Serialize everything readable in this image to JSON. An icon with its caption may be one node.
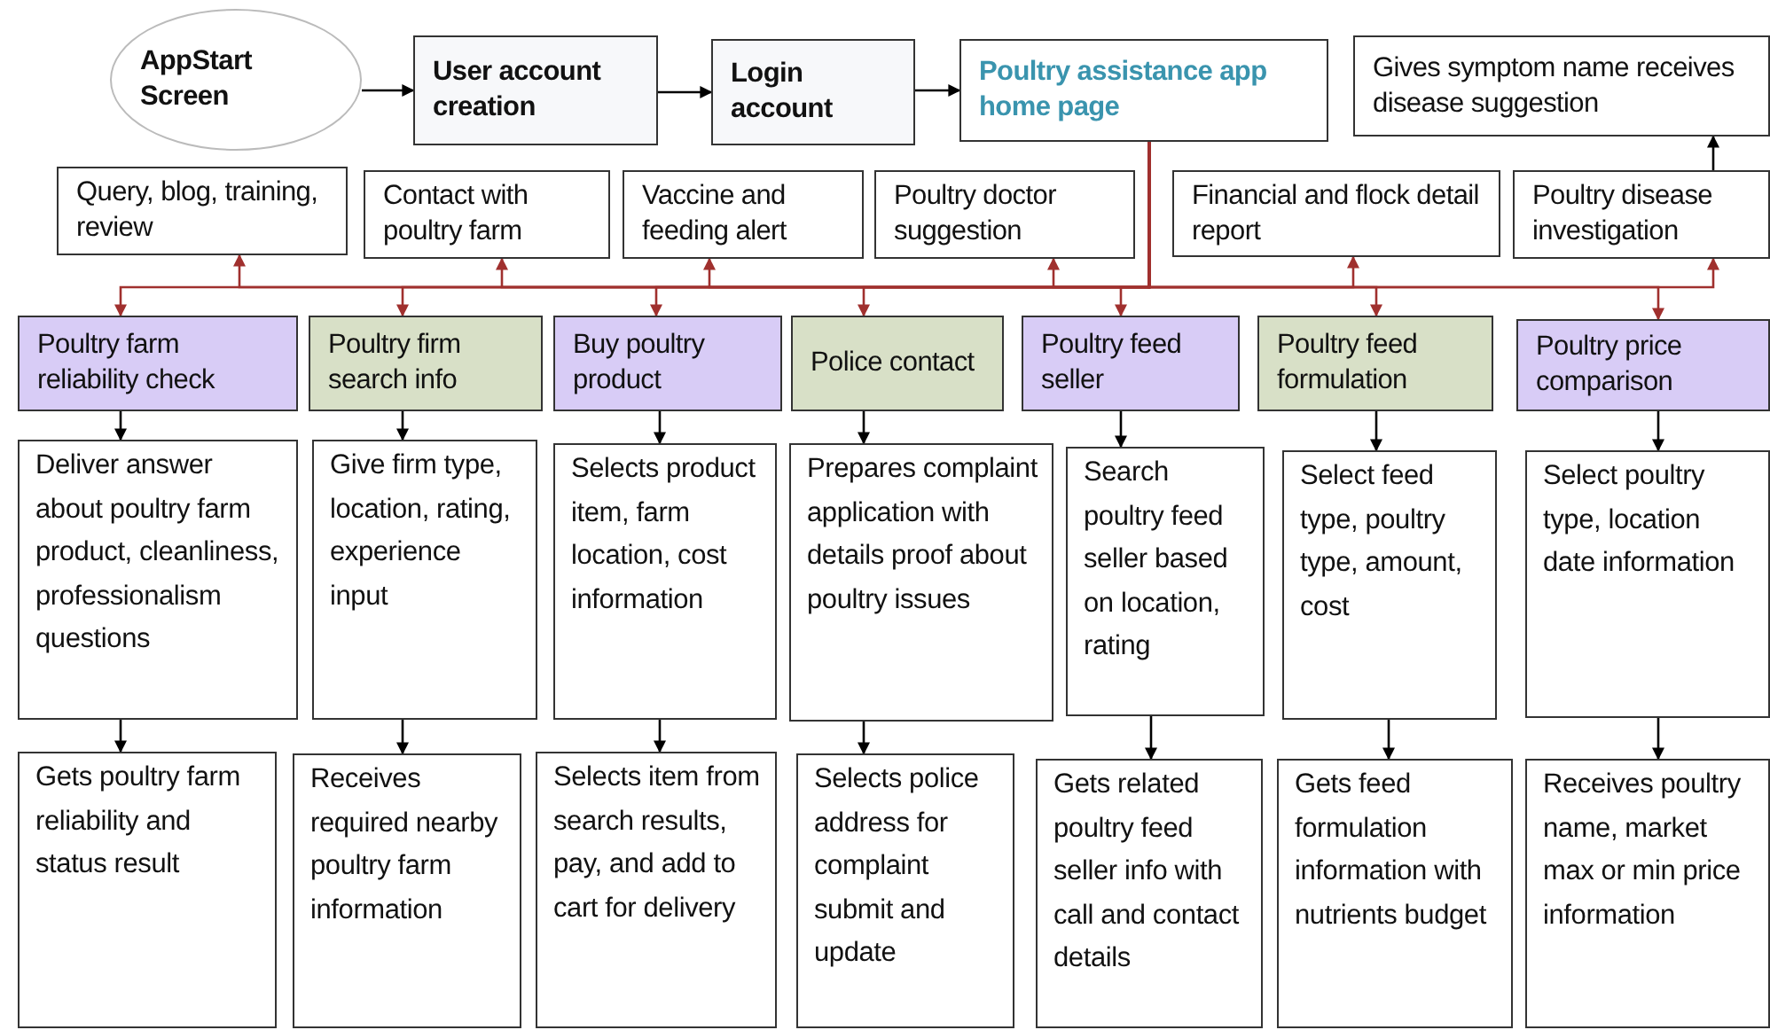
{
  "diagram": {
    "nodes": [
      {
        "text": [
          "AppStart Screen"
        ]
      },
      {
        "text": [
          "User account creation"
        ]
      },
      {
        "text": [
          "Login account"
        ]
      },
      {
        "text": [
          "Poultry assistance app home page"
        ]
      },
      {
        "text": [
          "Gives symptom  name receives disease suggestion"
        ]
      },
      {
        "text": [
          "Query, blog, training, review"
        ]
      },
      {
        "text": [
          "Contact with poultry  farm"
        ]
      },
      {
        "text": [
          "Vaccine and feeding alert"
        ]
      },
      {
        "text": [
          "Poultry doctor suggestion"
        ]
      },
      {
        "text": [
          "Financial and flock detail report"
        ]
      },
      {
        "text": [
          "Poultry disease investigation"
        ]
      },
      {
        "text": [
          "Poultry farm reliability check"
        ]
      },
      {
        "text": [
          "Poultry firm search info"
        ]
      },
      {
        "text": [
          "Buy poultry product"
        ]
      },
      {
        "text": [
          "Police contact"
        ]
      },
      {
        "text": [
          "Poultry feed seller"
        ]
      },
      {
        "text": [
          "Poultry feed formulation"
        ]
      },
      {
        "text": [
          "Poultry price comparison"
        ]
      },
      {
        "text": [
          "Deliver answer about poultry farm product, cleanliness, professionalism questions"
        ]
      },
      {
        "text": [
          "Give firm type, location, rating, experience input"
        ]
      },
      {
        "text": [
          "Selects product item,  farm location, cost information"
        ]
      },
      {
        "text": [
          "Prepares complaint application with details proof about poultry issues"
        ]
      },
      {
        "text": [
          "Search poultry feed seller based on location, rating"
        ]
      },
      {
        "text": [
          "Select feed type, poultry type, amount, cost"
        ]
      },
      {
        "text": [
          "Select poultry type, location date information"
        ]
      },
      {
        "text": [
          "Gets poultry farm reliability and status result"
        ]
      },
      {
        "text": [
          "Receives required nearby poultry  farm information"
        ]
      },
      {
        "text": [
          "Selects item from search results, pay, and add to cart for delivery"
        ]
      },
      {
        "text": [
          "Selects police address for complaint submit and update"
        ]
      },
      {
        "text": [
          "Gets related poultry feed seller info with call and contact details"
        ]
      },
      {
        "text": [
          "Gets feed formulation information with nutrients budget"
        ]
      },
      {
        "text": [
          "Receives poultry name, market max or min price information"
        ]
      }
    ],
    "edges": [
      {
        "from": 0,
        "to": 1,
        "arrow": "to"
      },
      {
        "from": 1,
        "to": 2,
        "arrow": "to"
      },
      {
        "from": 2,
        "to": 3,
        "arrow": "to"
      },
      {
        "from": 3,
        "to": 5,
        "arrow": "to",
        "color": "#a0302e"
      },
      {
        "from": 3,
        "to": 6,
        "arrow": "to",
        "color": "#a0302e"
      },
      {
        "from": 3,
        "to": 7,
        "arrow": "to",
        "color": "#a0302e"
      },
      {
        "from": 3,
        "to": 8,
        "arrow": "to",
        "color": "#a0302e"
      },
      {
        "from": 3,
        "to": 9,
        "arrow": "to",
        "color": "#a0302e"
      },
      {
        "from": 3,
        "to": 10,
        "arrow": "to",
        "color": "#a0302e"
      },
      {
        "from": 3,
        "to": 11,
        "arrow": "to",
        "color": "#a0302e"
      },
      {
        "from": 3,
        "to": 12,
        "arrow": "to",
        "color": "#a0302e"
      },
      {
        "from": 3,
        "to": 13,
        "arrow": "to",
        "color": "#a0302e"
      },
      {
        "from": 3,
        "to": 14,
        "arrow": "to",
        "color": "#a0302e"
      },
      {
        "from": 3,
        "to": 15,
        "arrow": "to",
        "color": "#a0302e"
      },
      {
        "from": 3,
        "to": 16,
        "arrow": "to",
        "color": "#a0302e"
      },
      {
        "from": 3,
        "to": 17,
        "arrow": "to",
        "color": "#a0302e"
      },
      {
        "from": 10,
        "to": 4,
        "arrow": "to"
      },
      {
        "from": 11,
        "to": 18,
        "arrow": "to"
      },
      {
        "from": 12,
        "to": 19,
        "arrow": "to"
      },
      {
        "from": 13,
        "to": 20,
        "arrow": "to"
      },
      {
        "from": 14,
        "to": 21,
        "arrow": "to"
      },
      {
        "from": 15,
        "to": 22,
        "arrow": "to"
      },
      {
        "from": 16,
        "to": 23,
        "arrow": "to"
      },
      {
        "from": 17,
        "to": 24,
        "arrow": "to"
      },
      {
        "from": 18,
        "to": 25,
        "arrow": "to"
      },
      {
        "from": 19,
        "to": 26,
        "arrow": "to"
      },
      {
        "from": 20,
        "to": 27,
        "arrow": "to"
      },
      {
        "from": 21,
        "to": 28,
        "arrow": "to"
      },
      {
        "from": 22,
        "to": 29,
        "arrow": "to"
      },
      {
        "from": 23,
        "to": 30,
        "arrow": "to"
      },
      {
        "from": 24,
        "to": 31,
        "arrow": "to"
      }
    ]
  }
}
